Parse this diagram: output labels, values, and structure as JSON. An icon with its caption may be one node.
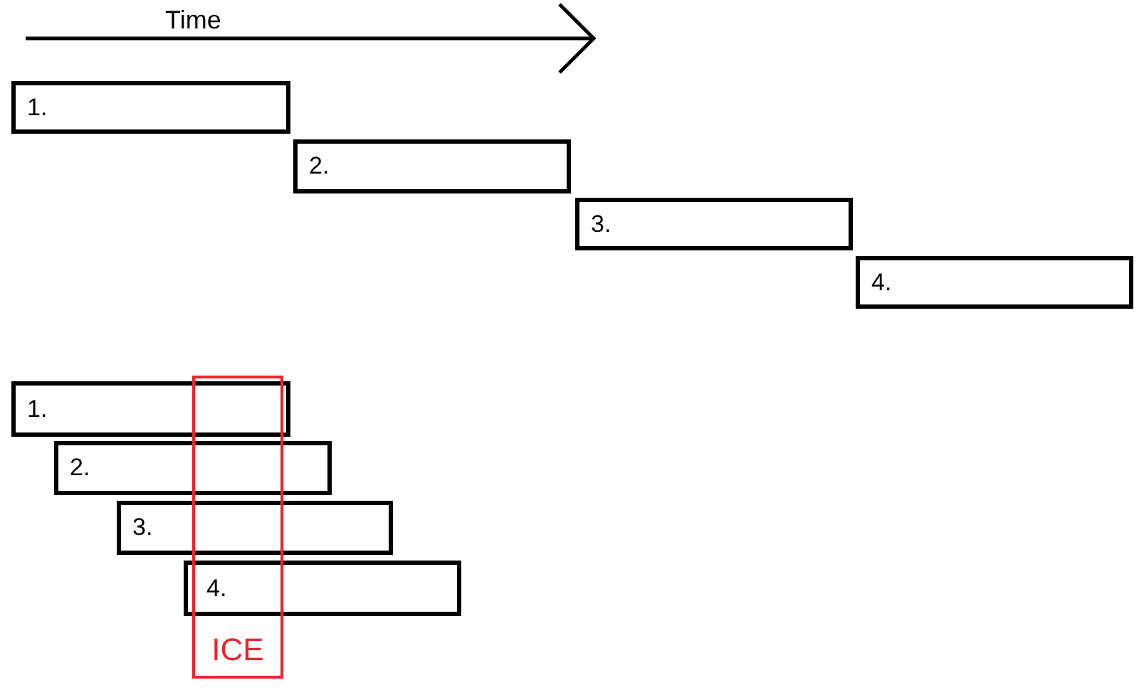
{
  "diagram": {
    "nodes": [
      {
        "text": [
          "1."
        ]
      },
      {
        "text": [
          "2."
        ]
      },
      {
        "text": [
          "3."
        ]
      },
      {
        "text": [
          "4."
        ]
      },
      {
        "text": [
          "1."
        ]
      },
      {
        "text": [
          "2."
        ]
      },
      {
        "text": [
          "3."
        ]
      },
      {
        "text": [
          "4."
        ]
      },
      {
        "text": [
          "ICE"
        ]
      }
    ],
    "labels": [
      "Time"
    ]
  }
}
